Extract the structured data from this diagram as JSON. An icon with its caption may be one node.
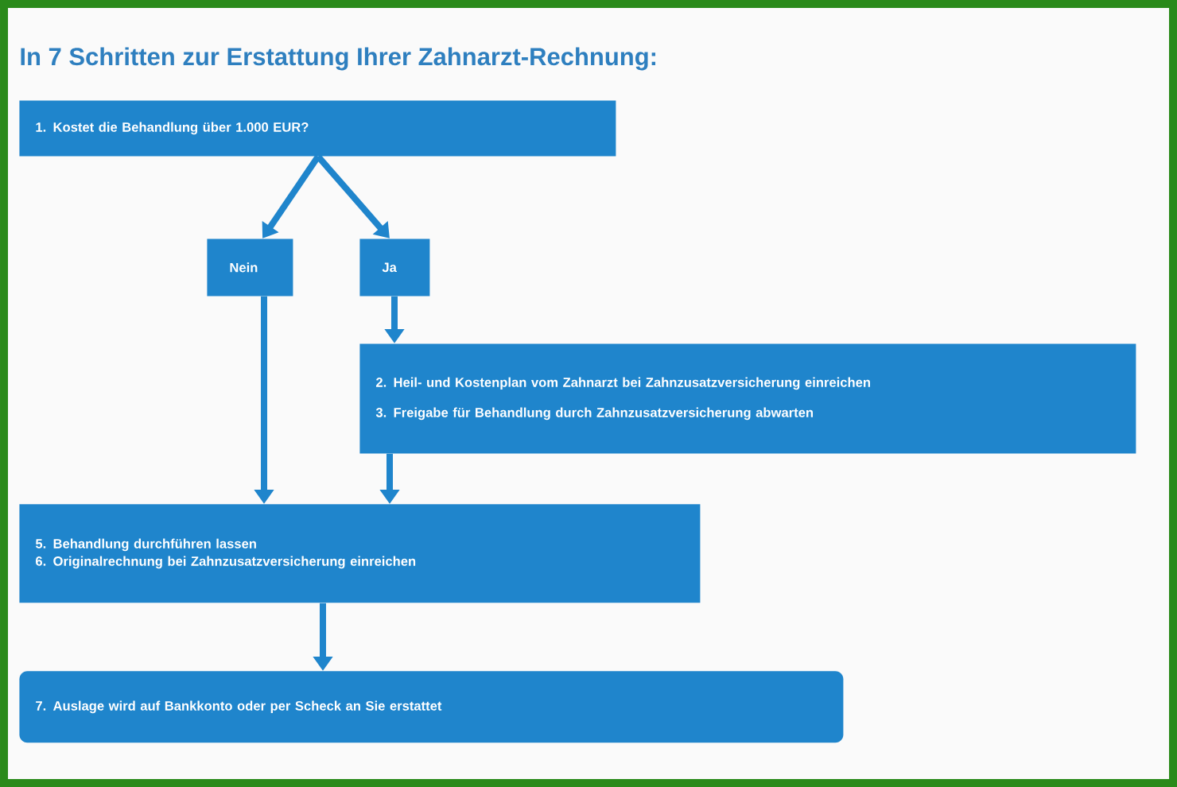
{
  "diagram": {
    "title": "In 7 Schritten zur Erstattung Ihrer Zahnarzt-Rechnung:",
    "nodes": [
      {
        "text": [
          "1. Kostet die Behandlung über 1.000 EUR?"
        ]
      },
      {
        "text": [
          "Nein"
        ]
      },
      {
        "text": [
          "Ja"
        ]
      },
      {
        "text": [
          "2. Heil- und Kostenplan vom Zahnarzt bei Zahnzusatzversicherung einreichen",
          "3. Freigabe für Behandlung durch Zahnzusatzversicherung abwarten"
        ]
      },
      {
        "text": [
          "5. Behandlung durchführen lassen",
          "6. Originalrechnung bei Zahnzusatzversicherung einreichen"
        ]
      },
      {
        "text": [
          "7. Auslage wird auf Bankkonto oder per Scheck an Sie erstattet"
        ]
      }
    ],
    "edges": [
      {
        "from": 0,
        "to": 1,
        "arrow": "to"
      },
      {
        "from": 0,
        "to": 2,
        "arrow": "to"
      },
      {
        "from": 2,
        "to": 3,
        "arrow": "to"
      },
      {
        "from": 1,
        "to": 4,
        "arrow": "to"
      },
      {
        "from": 3,
        "to": 4,
        "arrow": "to"
      },
      {
        "from": 4,
        "to": 5,
        "arrow": "to"
      }
    ]
  }
}
